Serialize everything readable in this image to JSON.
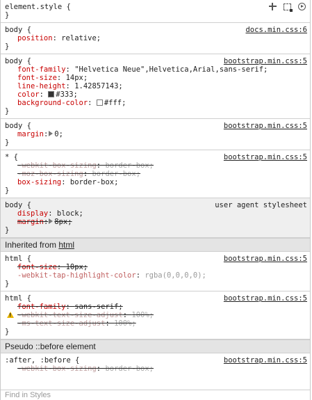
{
  "element_style": {
    "selector": "element.style {",
    "close": "}"
  },
  "rules": [
    {
      "selector": "body {",
      "source": "docs.min.css:6",
      "decls": [
        {
          "name": "position",
          "value": "relative;"
        }
      ]
    },
    {
      "selector": "body {",
      "source": "bootstrap.min.css:5",
      "decls": [
        {
          "name": "font-family",
          "value": "\"Helvetica Neue\",Helvetica,Arial,sans-serif;"
        },
        {
          "name": "font-size",
          "value": "14px;"
        },
        {
          "name": "line-height",
          "value": "1.42857143;"
        },
        {
          "name": "color",
          "value": "#333;",
          "swatch": "#333333"
        },
        {
          "name": "background-color",
          "value": "#fff;",
          "swatch": "#ffffff"
        }
      ]
    },
    {
      "selector": "body {",
      "source": "bootstrap.min.css:5",
      "decls": [
        {
          "name": "margin",
          "value": "0;"
        }
      ]
    },
    {
      "selector": "* {",
      "source": "bootstrap.min.css:5",
      "decls": [
        {
          "name": "-webkit-box-sizing",
          "value": "border-box;"
        },
        {
          "name": "-moz-box-sizing",
          "value": "border-box;"
        },
        {
          "name": "box-sizing",
          "value": "border-box;"
        }
      ]
    },
    {
      "selector": "body {",
      "source": "user agent stylesheet",
      "decls": [
        {
          "name": "display",
          "value": "block;"
        },
        {
          "name": "margin",
          "value": "8px;"
        }
      ]
    }
  ],
  "inherited_header": {
    "prefix": "Inherited from ",
    "link": "html"
  },
  "inherited_rules": [
    {
      "selector": "html {",
      "source": "bootstrap.min.css:5",
      "decls": [
        {
          "name": "font-size",
          "value": "10px;"
        },
        {
          "name": "-webkit-tap-highlight-color",
          "value": "rgba(0,0,0,0);"
        }
      ]
    },
    {
      "selector": "html {",
      "source": "bootstrap.min.css:5",
      "decls": [
        {
          "name": "font-family",
          "value": "sans-serif;"
        },
        {
          "name": "-webkit-text-size-adjust",
          "value": "100%;"
        },
        {
          "name": "-ms-text-size-adjust",
          "value": "100%;"
        }
      ]
    }
  ],
  "pseudo_header": "Pseudo ::before element",
  "pseudo_rule": {
    "selector": ":after, :before {",
    "source": "bootstrap.min.css:5",
    "decls": [
      {
        "name": "-webkit-box-sizing",
        "value": "border-box;"
      }
    ]
  },
  "find_placeholder": "Find in Styles",
  "colors": {
    "property": "#c80000",
    "section_bg": "#e4e4e4",
    "ua_bg": "#efefef"
  }
}
